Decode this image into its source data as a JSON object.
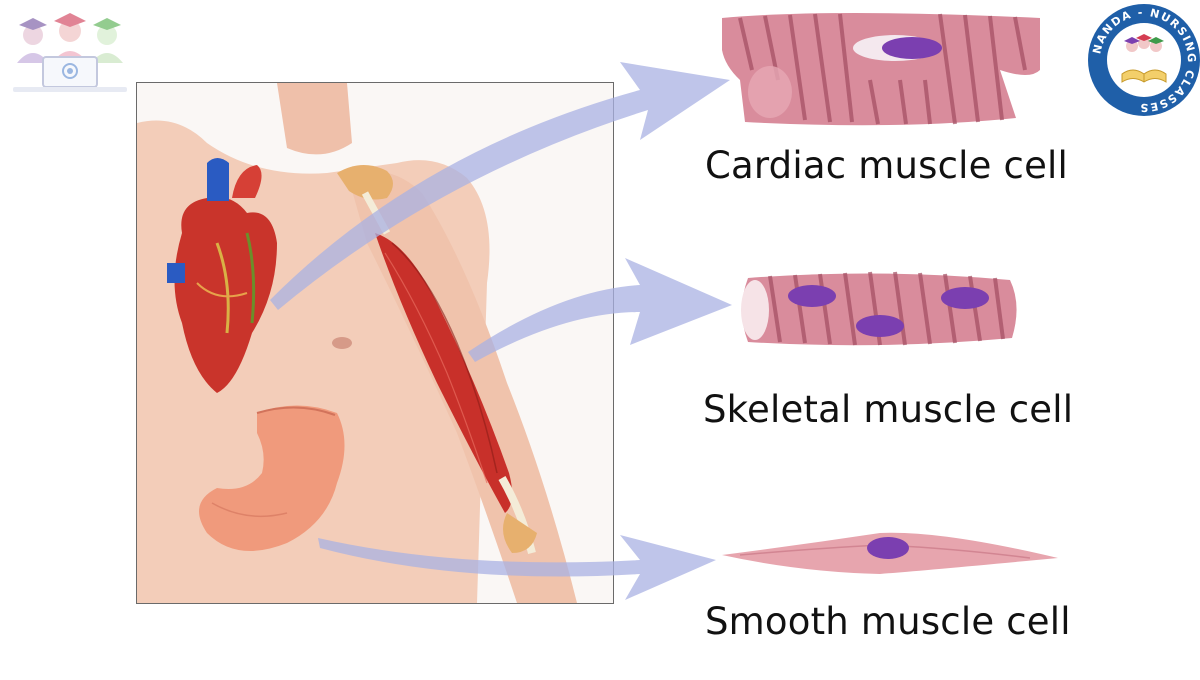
{
  "labels": {
    "cardiac": "Cardiac muscle cell",
    "skeletal": "Skeletal muscle cell",
    "smooth": "Smooth muscle cell"
  },
  "logo": {
    "ring_text": "NANDA - NURSING CLASSES"
  },
  "colors": {
    "arrow": "#a9b1e3",
    "muscle_red": "#c8302a",
    "cell_pink": "#d98c9c",
    "nucleus": "#7b3fb0",
    "skin": "#f1c7b2",
    "logo_blue": "#1f5fa8"
  },
  "icons": {
    "top_left": "students-laptop-icon",
    "top_right": "nanda-nursing-classes-logo"
  }
}
